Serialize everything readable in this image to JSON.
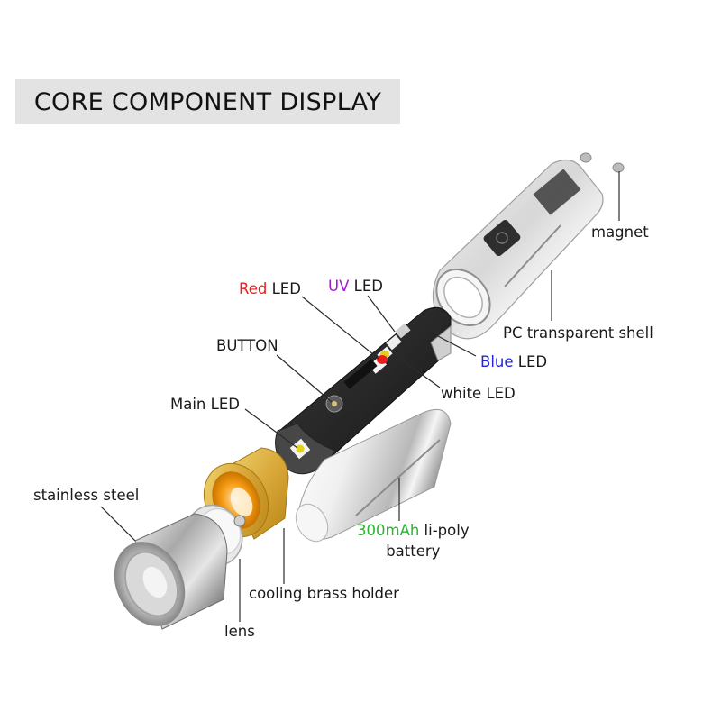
{
  "title": "CORE COMPONENT DISPLAY",
  "colors": {
    "red_led": "#ee1c1c",
    "uv_led": "#a21bd6",
    "blue_led": "#2323e0",
    "capacity": "#2bb532",
    "title_bg": "#e3e3e3"
  },
  "labels": {
    "magnet": "magnet",
    "pc_shell": "PC transparent shell",
    "red_led": {
      "color_word": "Red",
      "rest": " LED"
    },
    "uv_led": {
      "color_word": "UV",
      "rest": " LED"
    },
    "blue_led": {
      "color_word": "Blue",
      "rest": " LED"
    },
    "button": "BUTTON",
    "white_led": "white LED",
    "main_led": "Main LED",
    "stainless_steel": "stainless steel",
    "battery": {
      "capacity": "300mAh",
      "rest": " li-poly",
      "line2": "battery"
    },
    "brass_holder": "cooling brass holder",
    "lens": "lens"
  },
  "components": [
    {
      "name": "magnets",
      "icon": "magnet-pieces"
    },
    {
      "name": "pc-transparent-shell",
      "icon": "transparent-shell"
    },
    {
      "name": "circuit-board",
      "icon": "pcb"
    },
    {
      "name": "li-poly-battery",
      "icon": "battery"
    },
    {
      "name": "cooling-brass-holder",
      "icon": "brass-ring"
    },
    {
      "name": "lens",
      "icon": "lens"
    },
    {
      "name": "stainless-steel-head",
      "icon": "steel-cap"
    }
  ]
}
